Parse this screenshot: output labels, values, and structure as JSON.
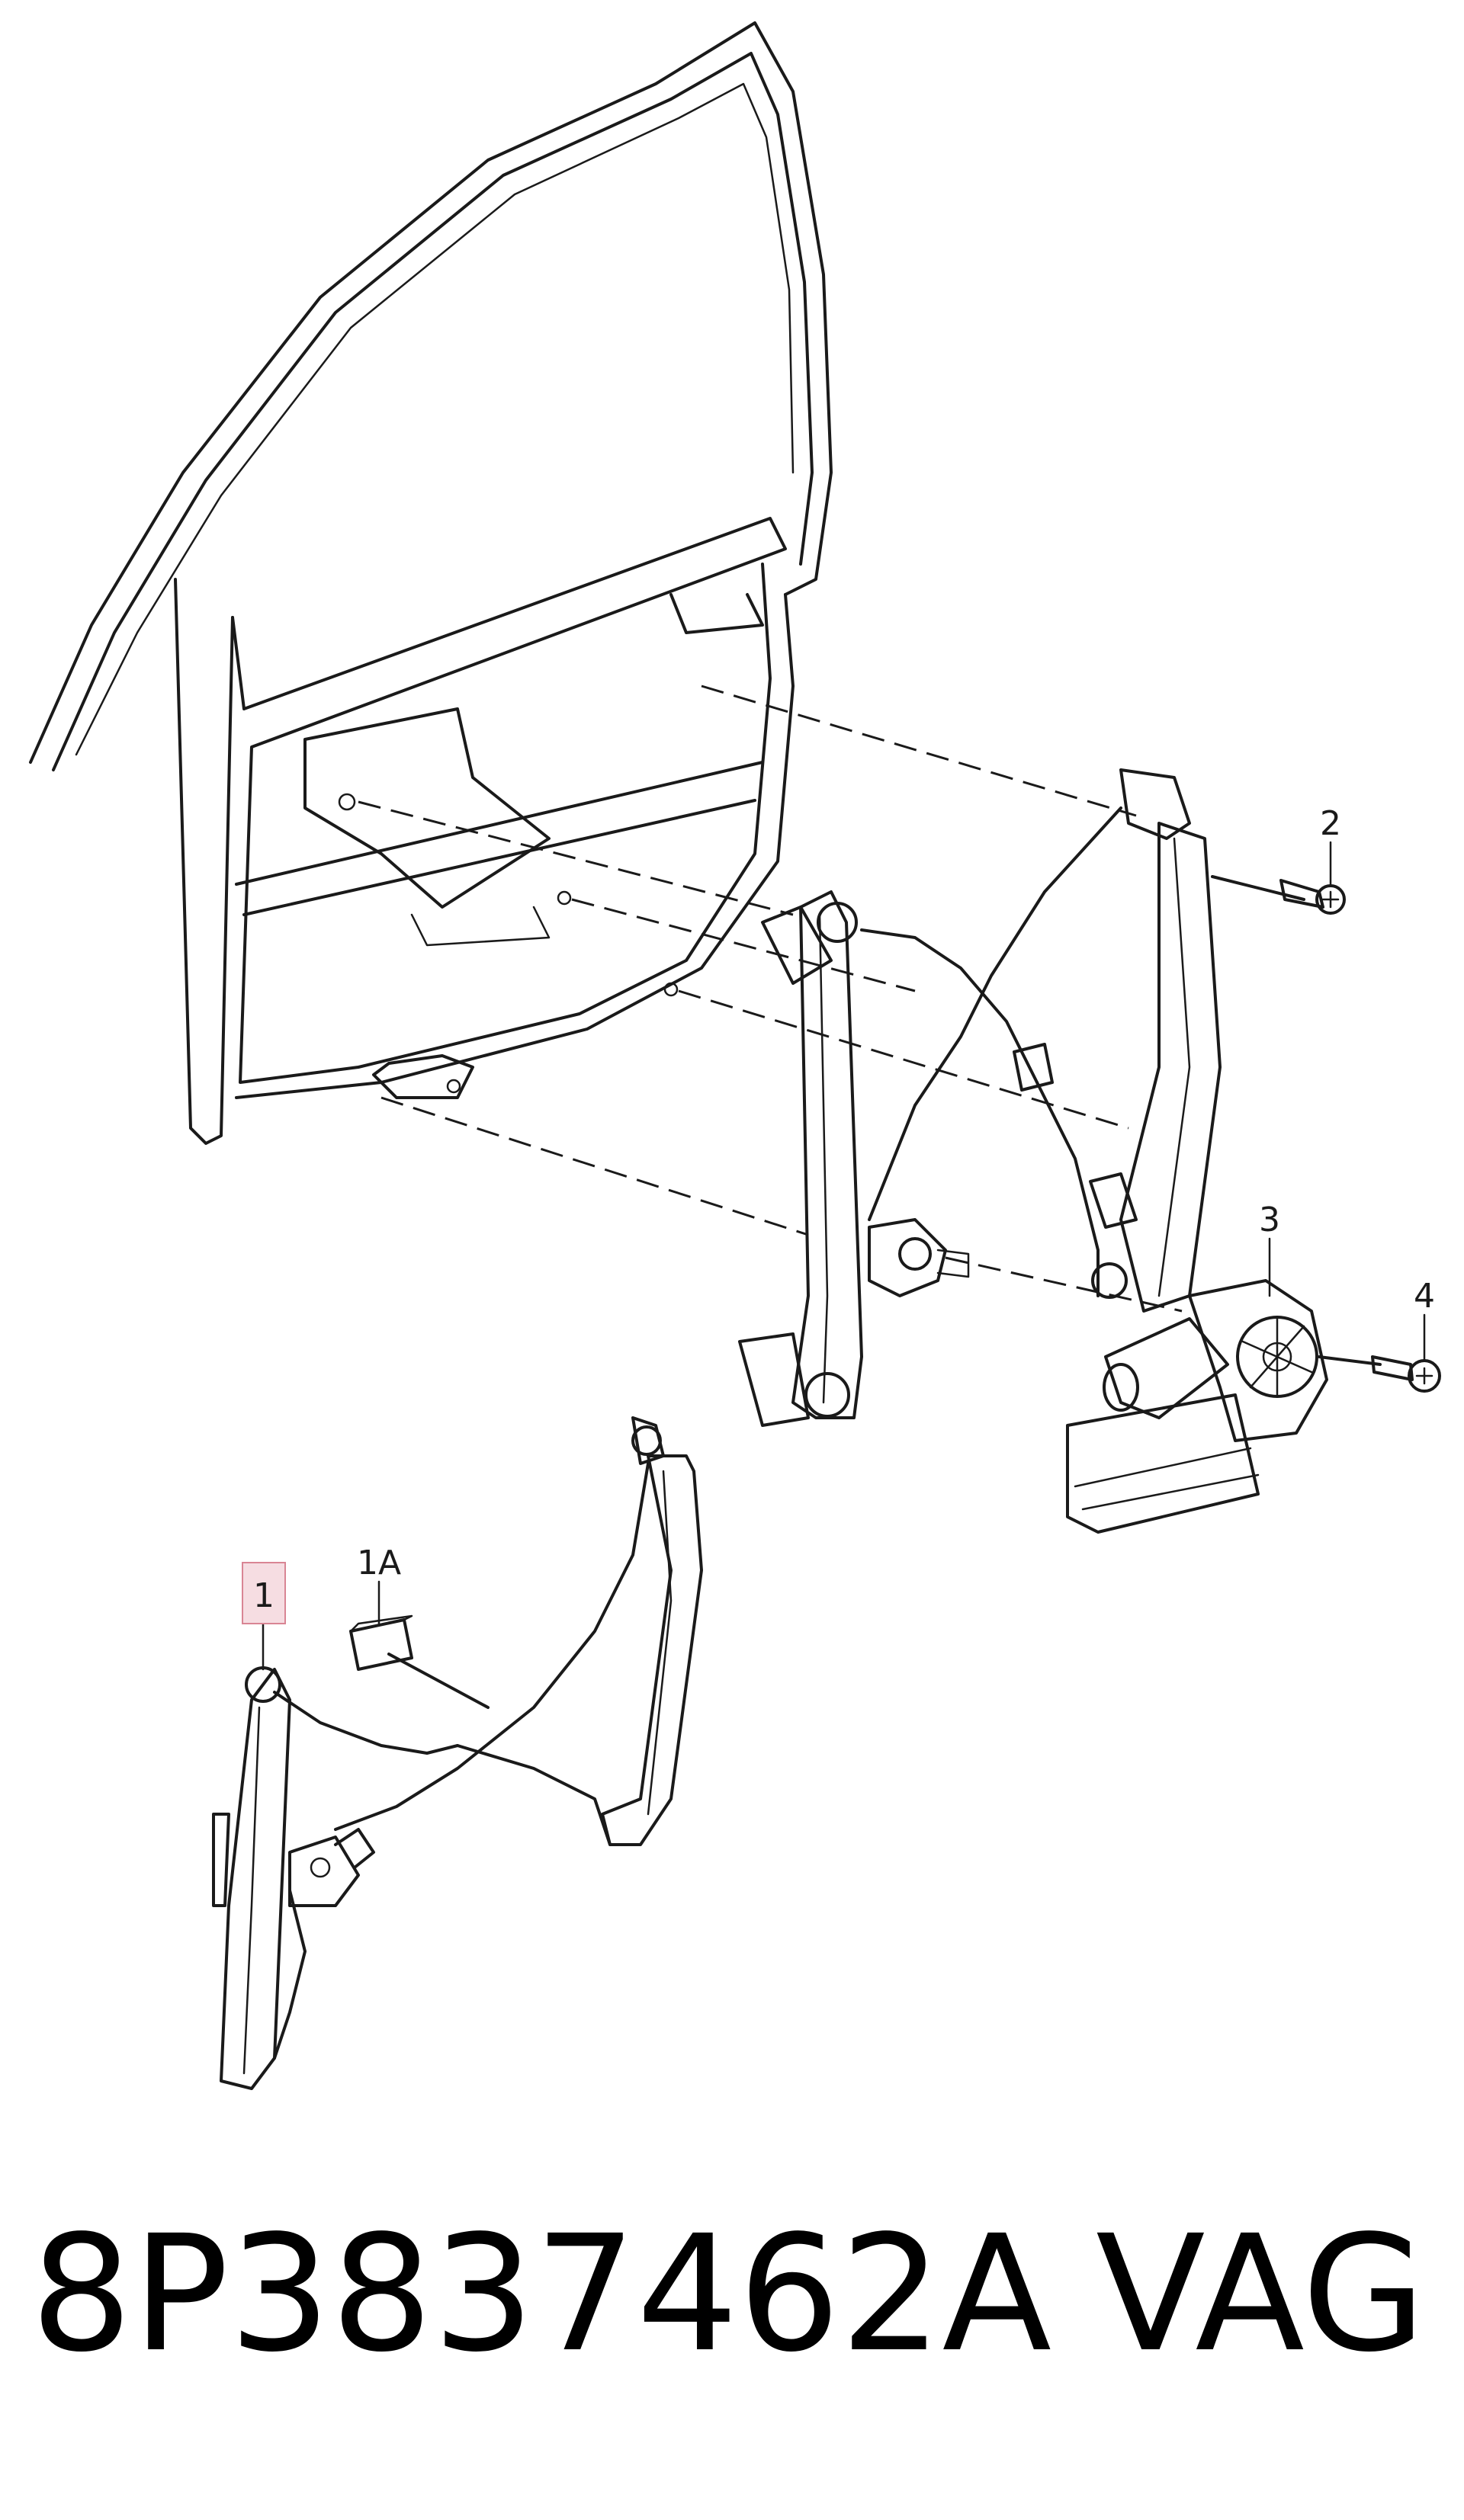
{
  "callouts": {
    "c1": "1",
    "c1a": "1A",
    "c2": "2",
    "c3": "3",
    "c4": "4"
  },
  "footer": {
    "part_number": "8P3837462A",
    "brand": "VAG"
  },
  "colors": {
    "line": "#1a1a1a",
    "highlight_fill": "#f6dde2",
    "highlight_stroke": "#d98594"
  }
}
